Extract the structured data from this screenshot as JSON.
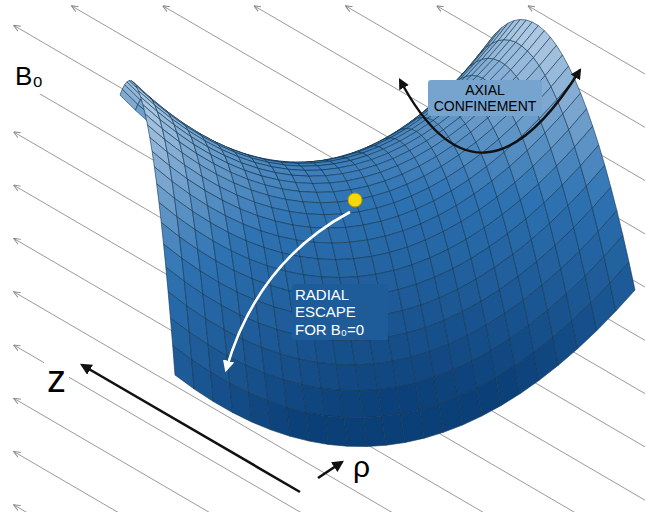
{
  "diagram": {
    "labels": [
      "AXIAL CONFINEMENT",
      "RADIAL ESCAPE FOR B₀=0",
      "B₀",
      "z",
      "ρ"
    ]
  }
}
